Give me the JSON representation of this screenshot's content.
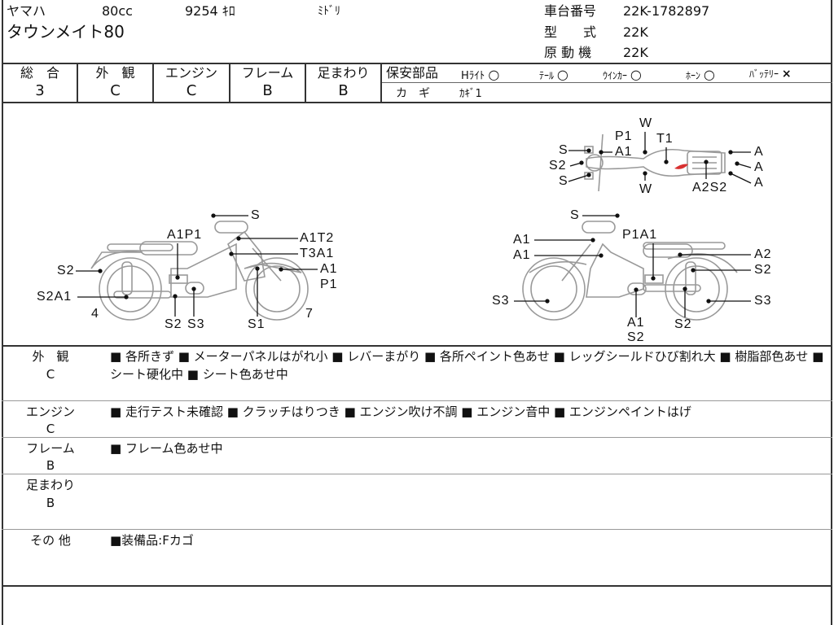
{
  "header": {
    "maker": "ヤマハ",
    "displacement": "80cc",
    "mileage": "9254 ｷﾛ",
    "color": "ﾐﾄﾞﾘ",
    "model_name": "タウンメイト80",
    "chassis_label": "車台番号",
    "chassis_value": "22K-1782897",
    "type_label": "型　　式",
    "type_value": "22K",
    "engine_label": "原 動 機",
    "engine_value": "22K"
  },
  "grades": [
    {
      "label": "総　合",
      "value": "3"
    },
    {
      "label": "外　観",
      "value": "C"
    },
    {
      "label": "エンジン",
      "value": "C"
    },
    {
      "label": "フレーム",
      "value": "B"
    },
    {
      "label": "足まわり",
      "value": "B"
    }
  ],
  "safety": {
    "title": "保安部品",
    "items": [
      {
        "label": "Hﾗｲﾄ",
        "mark": "○"
      },
      {
        "label": "ﾃｰﾙ",
        "mark": "○"
      },
      {
        "label": "ｳｲﾝｶｰ",
        "mark": "○"
      },
      {
        "label": "ﾎｰﾝ",
        "mark": "○"
      },
      {
        "label": "ﾊﾞｯﾃﾘｰ",
        "mark": "×"
      }
    ],
    "key_label": "カ　ギ",
    "key_value": "ｶｷﾞ1"
  },
  "diagram": {
    "accent_color": "#d83030",
    "labels": [
      "S",
      "A1P1",
      "A1T2",
      "T3A1",
      "A1",
      "P1",
      "S2",
      "S2A1",
      "4",
      "7",
      "S2",
      "S3",
      "S1",
      "S",
      "A1",
      "A1",
      "P1A1",
      "A2",
      "S2",
      "S3",
      "S3",
      "A1",
      "S2",
      "S2",
      "W",
      "P1",
      "T1",
      "S",
      "A1",
      "S2",
      "S",
      "W",
      "A2S2",
      "A",
      "A",
      "A"
    ]
  },
  "remarks": [
    {
      "name": "外　観",
      "grade": "C",
      "text": "■ 各所きず ■ メーターパネルはがれ小 ■ レバーまがり ■ 各所ペイント色あせ ■ レッグシールドひび割れ大 ■ 樹脂部色あせ ■ シート硬化中 ■ シート色あせ中"
    },
    {
      "name": "エンジン",
      "grade": "C",
      "text": "■ 走行テスト未確認 ■ クラッチはりつき ■ エンジン吹け不調 ■ エンジン音中 ■ エンジンペイントはげ"
    },
    {
      "name": "フレーム",
      "grade": "B",
      "text": "■ フレーム色あせ中"
    },
    {
      "name": "足まわり",
      "grade": "B",
      "text": ""
    },
    {
      "name": "その 他",
      "grade": "",
      "text": "■装備品:Fカゴ"
    }
  ]
}
